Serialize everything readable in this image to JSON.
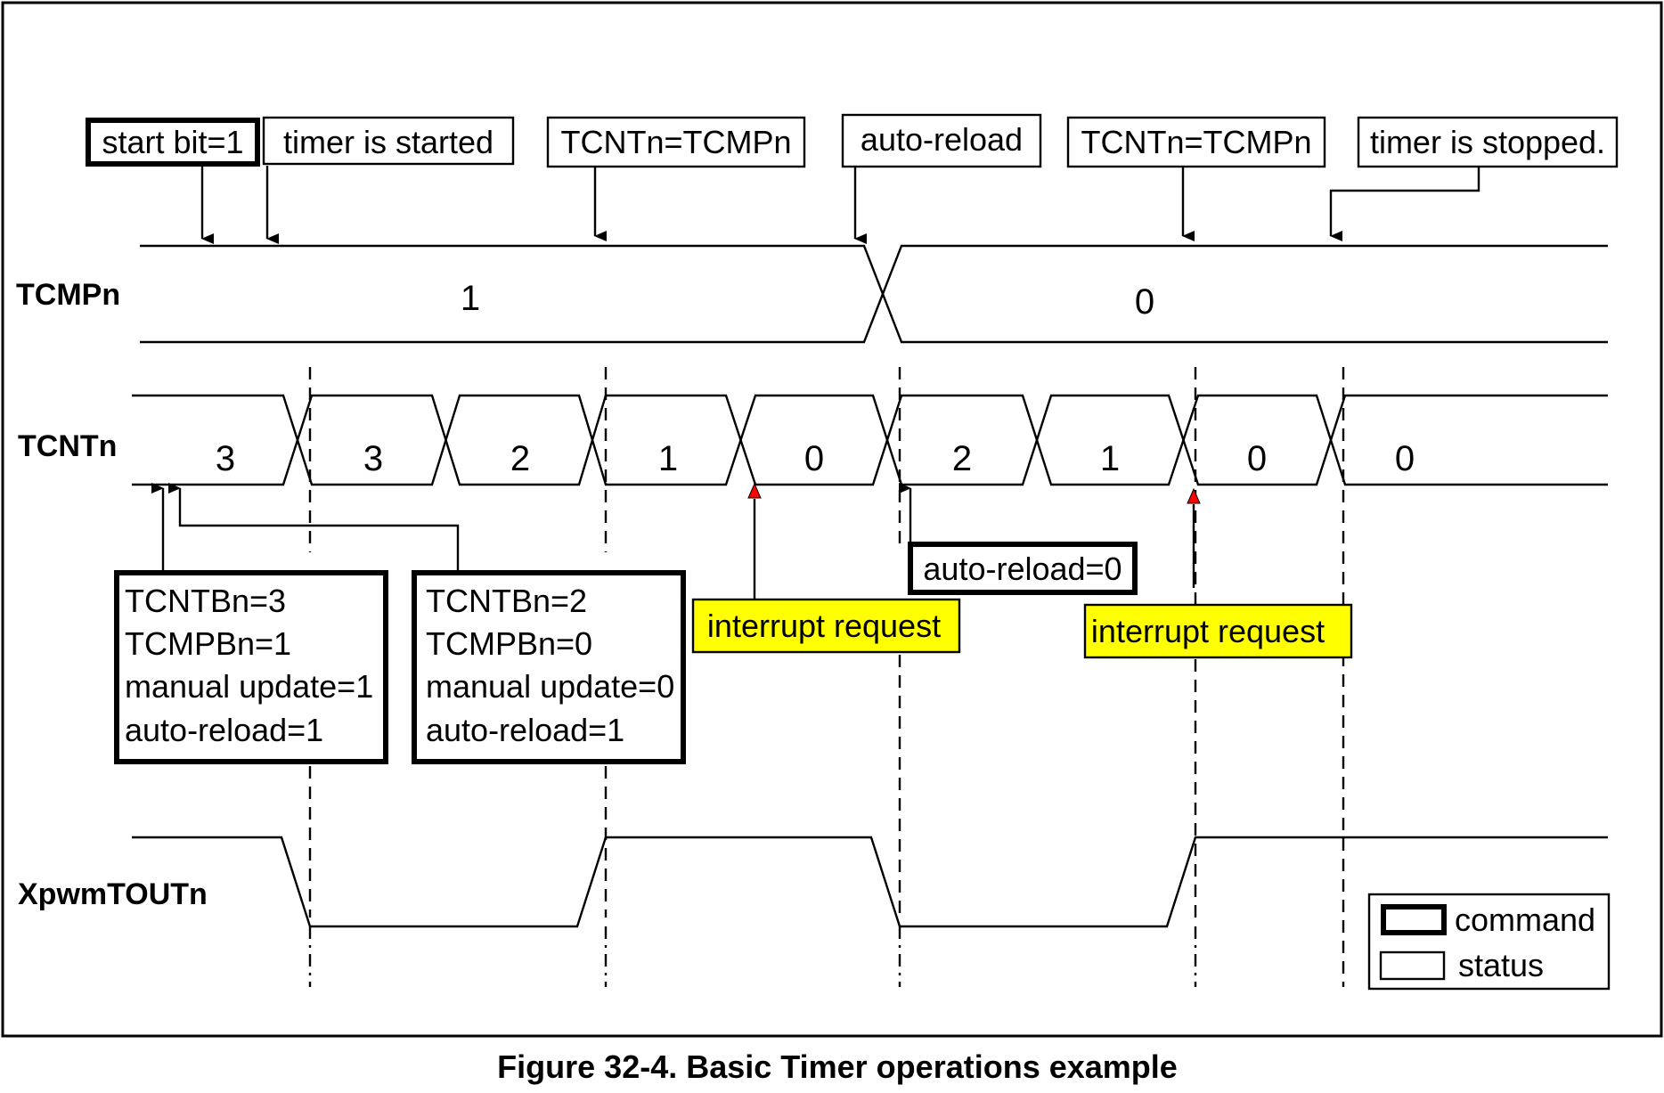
{
  "signals": {
    "tcmp": "TCMPn",
    "tcnt": "TCNTn",
    "tout": "XpwmTOUTn"
  },
  "tcmp_values": [
    "1",
    "0"
  ],
  "tcnt_values": [
    "3",
    "3",
    "2",
    "1",
    "0",
    "2",
    "1",
    "0",
    "0"
  ],
  "top_labels": {
    "start_bit": "start bit=1",
    "timer_started": "timer is started",
    "match1": "TCNTn=TCMPn",
    "auto_reload": "auto-reload",
    "match2": "TCNTn=TCMPn",
    "timer_stopped": "timer is stopped."
  },
  "cmd_box1": [
    "TCNTBn=3",
    "TCMPBn=1",
    "manual update=1",
    "auto-reload=1"
  ],
  "cmd_box2": [
    "TCNTBn=2",
    "TCMPBn=0",
    "manual update=0",
    "auto-reload=1"
  ],
  "auto_reload_zero": "auto-reload=0",
  "interrupt1": "interrupt request",
  "interrupt2": "interrupt request",
  "legend": {
    "command": "command",
    "status": "status"
  },
  "caption": "Figure 32-4. Basic Timer operations example",
  "colors": {
    "highlight": "#ffff00",
    "interrupt_arrow": "#ff0000",
    "line": "#000000"
  }
}
